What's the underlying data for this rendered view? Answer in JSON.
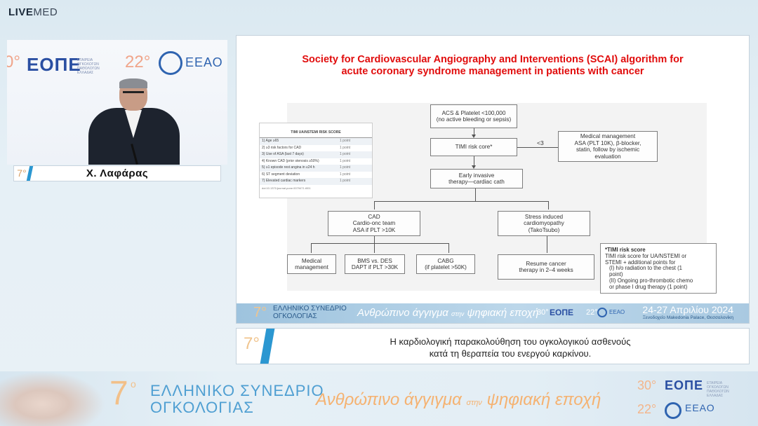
{
  "brand": {
    "bold": "LIVE",
    "light": "MED"
  },
  "speaker": {
    "logo_left_num": "0°",
    "logo_eope": "ΕΟΠΕ",
    "logo_eope_sub": "ΕΤΑΙΡΕΙΑ ΟΓΚΟΛΟΓΩΝ ΠΑΘΟΛΟΓΩΝ ΕΛΛΑΔΑΣ",
    "logo_22": "22°",
    "logo_eeao": "ΕΕΑΟ",
    "name": "Χ. Λαφάρας",
    "nameplate_mark": "7°"
  },
  "slide": {
    "title_line1": "Society for Cardiovascular Angiography and Interventions (SCAI) algorithm for",
    "title_line2": "acute coronary syndrome management in patients with cancer",
    "flow": {
      "acs": [
        "ACS & Platelet <100,000",
        "(no active bleeding or sepsis)"
      ],
      "timi": "TIMI risk core*",
      "lt3": "<3",
      "medical_mgmt": [
        "Medical management",
        "ASA (PLT 10K), β-blocker,",
        "statin, follow by ischemic",
        "evaluation"
      ],
      "early": [
        "Early invasive",
        "therapy—cardiac cath"
      ],
      "cad": [
        "CAD",
        "Cardio-onc team",
        "ASA if PLT >10K"
      ],
      "stress": [
        "Stress induced",
        "cardiomyopathy",
        "(TakoTsubo)"
      ],
      "medical": [
        "Medical",
        "management"
      ],
      "bms": [
        "BMS vs. DES",
        "DAPT if PLT >30K"
      ],
      "cabg": [
        "CABG",
        "(if platelet >50K)"
      ],
      "resume": [
        "Resume cancer",
        "therapy in 2–4 weeks"
      ],
      "note_title": "*TIMI risk score",
      "note_lines": [
        "TIMI risk score for UA/NSTEMI or",
        "STEMI + additional points for",
        "(I) h/o radiation to the chest (1",
        "point)",
        "(II) Ongoing pro-thrombotic chemo",
        "or phase I drug therapy (1 point)"
      ]
    },
    "timi_table": {
      "title": "TIMI UA/NSTEMI RISK SCORE",
      "rows": [
        {
          "label": "1) Age ≥65",
          "points": "1 point"
        },
        {
          "label": "2) ≥3 risk factors for CAD",
          "points": "1 point"
        },
        {
          "label": "3) Use of ASA (last 7 days)",
          "points": "1 point"
        },
        {
          "label": "4) Known CAD (prior stenosis ≥50%)",
          "points": "1 point"
        },
        {
          "label": "5) ≥1 episode rest angina in ≤24 h",
          "points": "1 point"
        },
        {
          "label": "6) ST segment deviation",
          "points": "1 point"
        },
        {
          "label": "7) Elevated cardiac markers",
          "points": "1 point"
        }
      ],
      "doi": "doi:10.1371/journal.pone.0079471.t001"
    },
    "footer": {
      "seven": "7°",
      "conf_line1": "ΕΛΛΗΝΙΚΟ ΣΥΝΕΔΡΙΟ",
      "conf_line2": "ΟΓΚΟΛΟΓΙΑΣ",
      "tag_a": "Ανθρώπινο άγγιγμα",
      "tag_b": "στην",
      "tag_c": "ψηφιακή εποχή",
      "n30": "30°",
      "eope": "ΕΟΠΕ",
      "n22": "22°",
      "eeao": "ΕΕΑΟ",
      "date": "24-27 Απριλίου 2024",
      "venue": "Ξενοδοχείο Makedonia Palace, Θεσσαλονίκη"
    }
  },
  "caption": {
    "mark": "7°",
    "line1": "Η καρδιολογική παρακολούθηση του ογκολογικού ασθενούς",
    "line2": "κατά τη θεραπεία του ενεργού καρκίνου."
  },
  "banner": {
    "seven": "7",
    "sup": "ο",
    "conf_line1": "ΕΛΛΗΝΙΚΟ ΣΥΝΕΔΡΙΟ",
    "conf_line2": "ΟΓΚΟΛΟΓΙΑΣ",
    "tag_a": "Ανθρώπινο άγγιγμα ",
    "tag_b": "στην",
    "tag_c": " ψηφιακή εποχή",
    "n30": "30°",
    "eope": "ΕΟΠΕ",
    "eope_sub": "ΕΤΑΙΡΕΙΑ ΟΓΚΟΛΟΓΩΝ ΠΑΘΟΛΟΓΩΝ ΕΛΛΑΔΑΣ",
    "n22": "22°",
    "eeao": "ΕΕΑΟ"
  },
  "colors": {
    "title_red": "#e10d0d",
    "accent_blue": "#2b97d1",
    "conference_gold": "#f2c089"
  }
}
